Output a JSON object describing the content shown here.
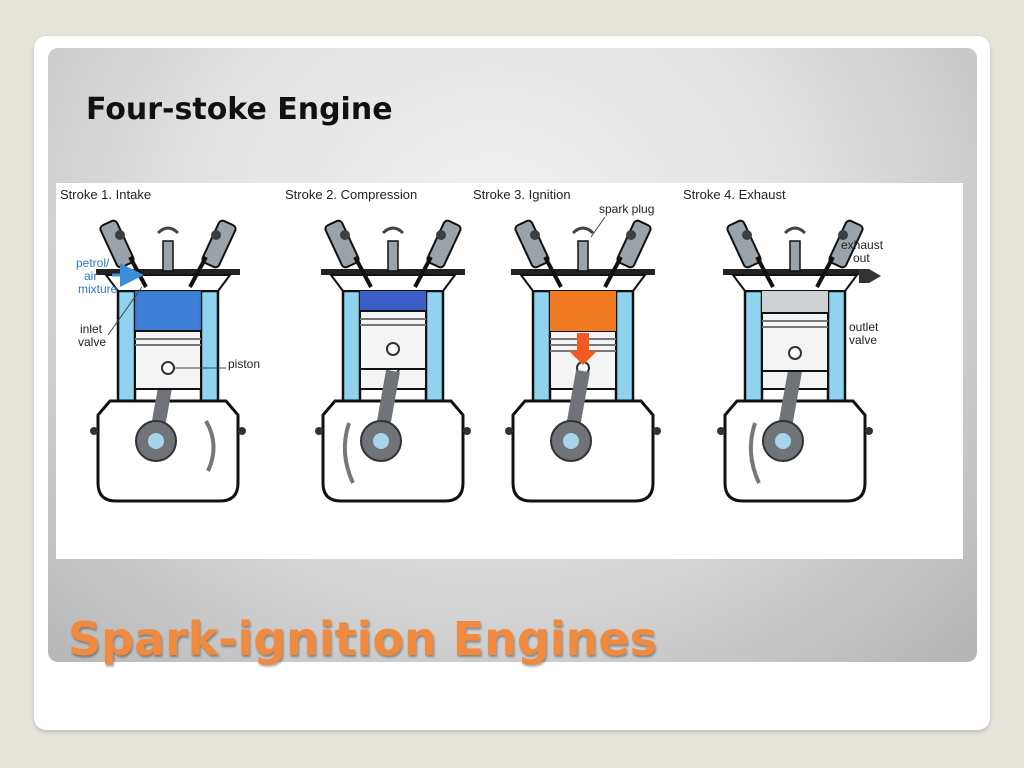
{
  "slide": {
    "heading": "Four-stoke Engine",
    "title": "Spark-ignition Engines"
  },
  "diagram": {
    "strokes": [
      {
        "label": "Stroke 1. Intake",
        "gas_color": "#3d7fd6"
      },
      {
        "label": "Stroke 2. Compression",
        "gas_color": "#3d5ec6"
      },
      {
        "label": "Stroke 3. Ignition",
        "gas_color": "#f07a22"
      },
      {
        "label": "Stroke 4. Exhaust",
        "gas_color": "#cfd2d4"
      }
    ],
    "annotations": {
      "petrol_air_1": "petrol/",
      "petrol_air_2": "air",
      "petrol_air_3": "mixture",
      "inlet_valve_1": "inlet",
      "inlet_valve_2": "valve",
      "piston": "piston",
      "spark_plug": "spark plug",
      "exhaust_out_1": "exhaust",
      "exhaust_out_2": "out",
      "outlet_valve_1": "outlet",
      "outlet_valve_2": "valve"
    },
    "colors": {
      "water_jacket": "#8fd3ef",
      "outline": "#111111",
      "mechanism": "#707478",
      "intake_arrow": "#3b8ed8",
      "exhaust_arrow": "#333333"
    }
  }
}
